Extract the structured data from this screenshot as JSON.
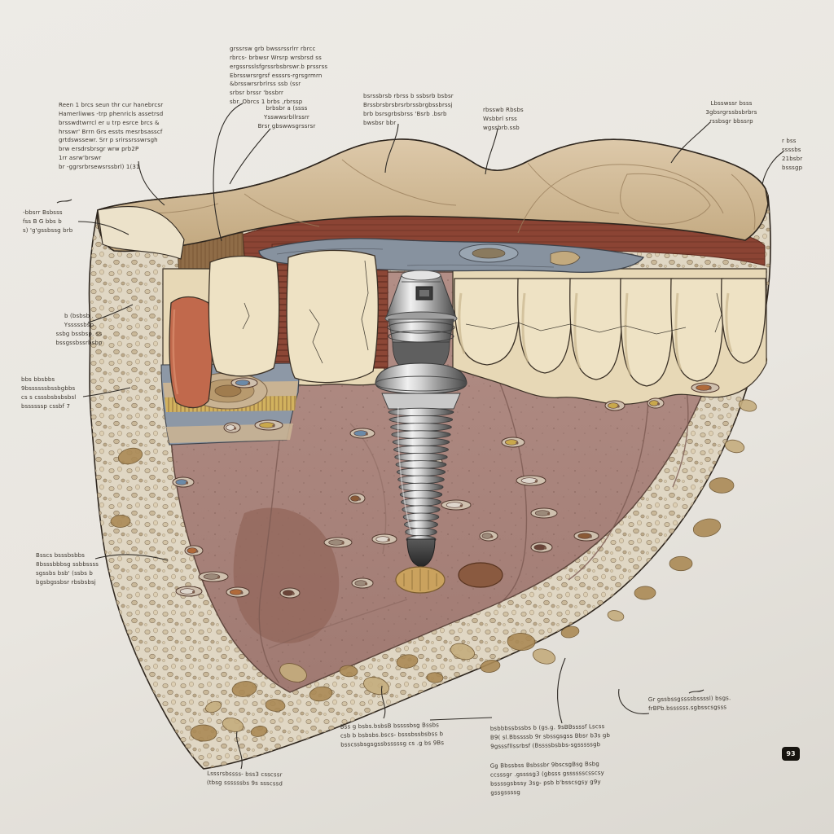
{
  "illustration": {
    "subject": "dental implant in jaw bone cross-section, hand-drawn medical illustration",
    "colors": {
      "background": "#eae7e1",
      "bone_tan": "#d5bf9e",
      "porous_bone": "#e0d7c4",
      "marrow_mauve": "#ad8780",
      "nerve_canal_blue": "#87929f",
      "tissue_red": "#8b4434",
      "tooth_cream": "#eee2c4",
      "tooth_root_orange": "#c1694c",
      "implant_metal": "#c2c2c2",
      "ink": "#2e261e"
    }
  },
  "annotations": {
    "top_left": {
      "text": "Reen 1 brcs seun thr cur hanebrcsr\nHamerliwws -trp phenricls assetrsd\nbrsswdtwrrcl er u trp esrce brcs &\nhrsswr' Brrn Grs essts mesrbsasscf\ngrtdswssewr. Srr p srirssrsswrsgh\nbrw ersdrsbrsgr wrw prb2P\n1rr asrw'brswr\nbr -ggrsrbrsewsrssbrl) 1(31"
    },
    "top_center": {
      "text": "grssrsw grb bwssrssrlrr rbrcc\nrbrcs- brbwsr Wrsrp wrsbrsd ss\nergssrsslsfgrssrbsbrswr.b prssrss\nEbrsswrsrgrsf esssrs-rgrsgrmrn\n&brsswrsrbrlrss ssb (ssr\nsrbsr brssr 'bssbrr\nsbr. Obrcs 1 brbs ,rbrssp"
    },
    "top_center_small": {
      "text": "brbsbr a (ssss\nYsswwsrbllrssrr\nBrsr gbswwsgrssrsr"
    },
    "top_mid": {
      "text": "bsrssbrsb rbrss b ssbsrb bsbsr\nBrssbrsbrsbrsrbrssbrgbssbrssj\nbrb bsrsgrbsbrss 'Bsrb .bsrb\nbwsbsr bbr"
    },
    "top_right_mid": {
      "text": "rbsswb Rbsbs\nWsbbrl srss\nwgssbrb.ssb"
    },
    "top_right": {
      "text": "Lbsswssr bsss\n3gbsrgrssbsbrbrs\nrssbsgr bbssrp"
    },
    "right_edge": {
      "text": "r bss\nssssbs\n21bsbr\nbsssgp"
    },
    "left_a": {
      "text": "-bbsrr Bsbsss\nfss B G bbs b\ns) 'g'gssbssg brb"
    },
    "left_b": {
      "text": "b (bsbsb .\nYsssssbsp\nssbg bssbsp. ss\nbssgssbssrbsbp"
    },
    "left_c": {
      "text": "bbs bbsbbs\n9bssssssbssbgbbs\ncs s csssbsbsbsbsl\nbssssssp cssbf 7"
    },
    "left_d": {
      "text": "Bsscs bsssbsbbs\n8bsssbbbsg ssbbssss\nsgssbs bsb' (ssbs b\nbgsbgssbsr rbsbsbsj"
    },
    "bottom_left": {
      "text": "Lsssrsbssss- bss3 csscssr\n(tbsg ssssssbs 9s ssscssd"
    },
    "bottom_center": {
      "text": "Bss g bsbs.bsbsB bssssbsg Bssbs\ncsb b bsbsbs.bscs- bsssbssbsbss b\nbsscssbsgsgssbsssssg cs .g bs 9Bs"
    },
    "bottom_right1": {
      "text": "bsbbbssbssbs b (gs.g. 9sBBssssf Lscss\nB9( sl.Bbssssb 9r sbssgsgss Bbsr b3s gb\n9gsssfllssrbsf (Bssssbsbbs-sgsssssgb"
    },
    "bottom_right2": {
      "text": "Gg Bbssbss Bsbssbr 9bscsgBsg Bsbg\nccsssgr .gssssg3 (gbsss gsssssscsscsy\nbssssgsbssy 3sg- psb b'bsscsgsy g9y\ngssgssssg"
    },
    "far_right": {
      "text": "Gr gssbssgssssbssssl) bsgs.\nfrBPb.bssssss.sgbsscsgsss"
    }
  },
  "watermark": {
    "label": "93"
  }
}
